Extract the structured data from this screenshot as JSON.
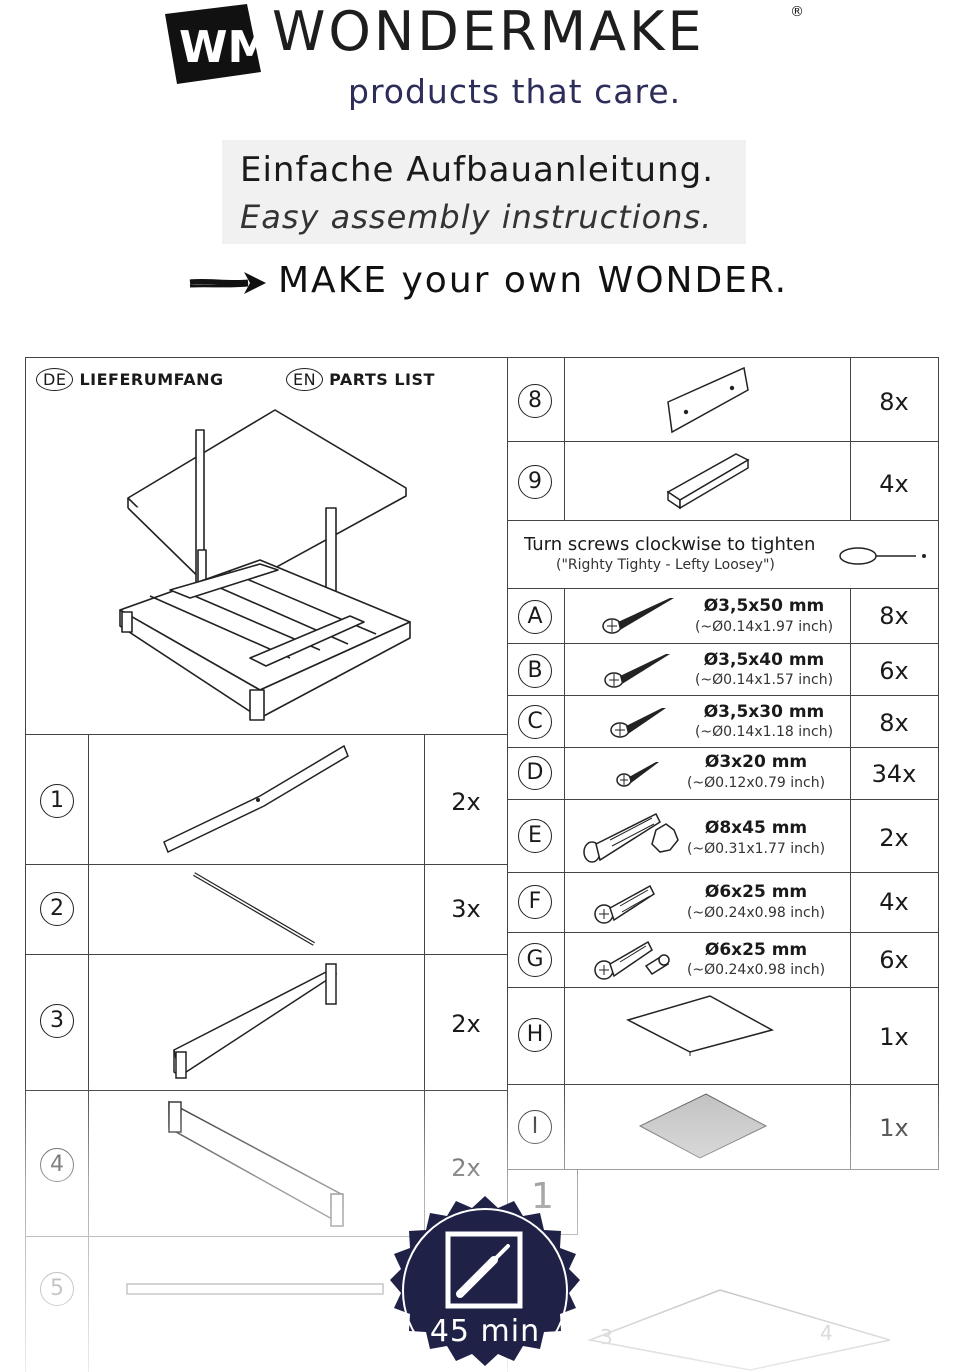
{
  "header": {
    "brand": "WONDERMAKE",
    "registered": "®",
    "tagline": "products that care.",
    "title_de": "Einfache Aufbauanleitung.",
    "title_en": "Easy assembly instructions.",
    "slogan": "MAKE your own WONDER."
  },
  "parts_header": {
    "de_code": "DE",
    "de_label": "LIEFERUMFANG",
    "en_code": "EN",
    "en_label": "PARTS LIST"
  },
  "left_parts": [
    {
      "id": "1",
      "qty": "2x"
    },
    {
      "id": "2",
      "qty": "3x"
    },
    {
      "id": "3",
      "qty": "2x"
    },
    {
      "id": "4",
      "qty": "2x"
    },
    {
      "id": "5",
      "qty": ""
    }
  ],
  "right_parts": [
    {
      "id": "8",
      "qty": "8x"
    },
    {
      "id": "9",
      "qty": "4x"
    }
  ],
  "screw_note": {
    "line1": "Turn screws clockwise to tighten",
    "line2": "(\"Righty Tighty - Lefty Loosey\")"
  },
  "hardware": [
    {
      "id": "A",
      "size": "Ø3,5x50 mm",
      "inch": "(~Ø0.14x1.97 inch)",
      "qty": "8x"
    },
    {
      "id": "B",
      "size": "Ø3,5x40 mm",
      "inch": "(~Ø0.14x1.57 inch)",
      "qty": "6x"
    },
    {
      "id": "C",
      "size": "Ø3,5x30 mm",
      "inch": "(~Ø0.14x1.18 inch)",
      "qty": "8x"
    },
    {
      "id": "D",
      "size": "Ø3x20 mm",
      "inch": "(~Ø0.12x0.79 inch)",
      "qty": "34x"
    },
    {
      "id": "E",
      "size": "Ø8x45 mm",
      "inch": "(~Ø0.31x1.77 inch)",
      "qty": "2x"
    },
    {
      "id": "F",
      "size": "Ø6x25 mm",
      "inch": "(~Ø0.24x0.98 inch)",
      "qty": "4x"
    },
    {
      "id": "G",
      "size": "Ø6x25 mm",
      "inch": "(~Ø0.24x0.98 inch)",
      "qty": "6x"
    },
    {
      "id": "H",
      "size": "",
      "inch": "",
      "qty": "1x"
    },
    {
      "id": "I",
      "size": "",
      "inch": "",
      "qty": "1x"
    }
  ],
  "step_number": "1",
  "time_badge": "45 min",
  "colors": {
    "badge": "#1f2147",
    "tagline": "#2d2d5a",
    "intro_bg": "#f1f1f1"
  }
}
